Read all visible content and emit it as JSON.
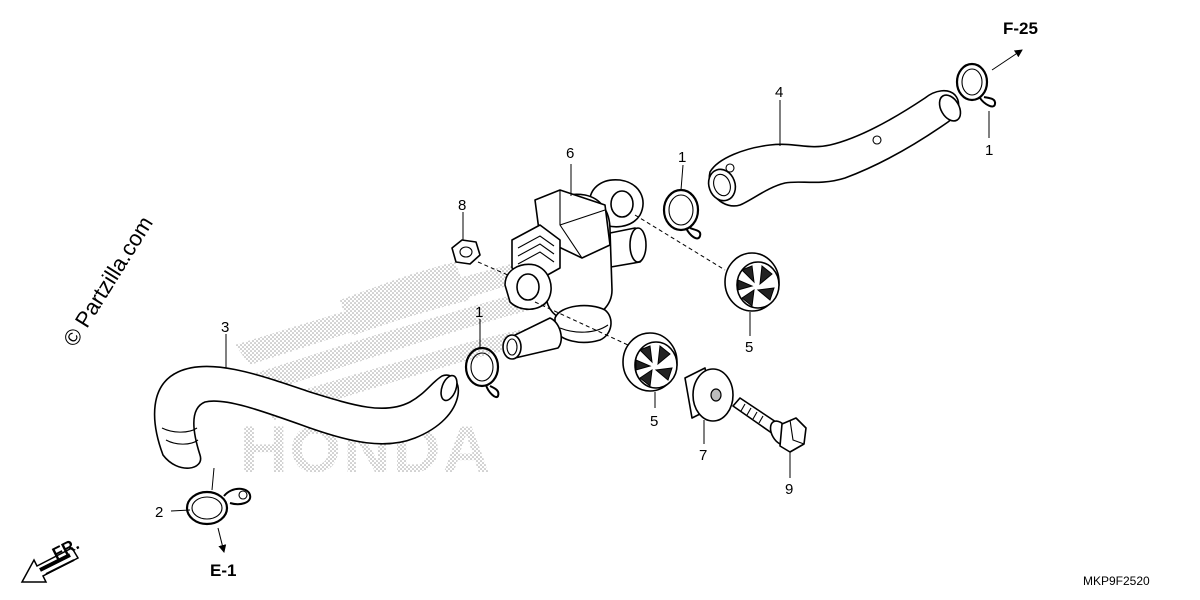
{
  "callouts": {
    "c1a": "1",
    "c1b": "1",
    "c1c": "1",
    "c2": "2",
    "c3": "3",
    "c4": "4",
    "c5a": "5",
    "c5b": "5",
    "c6": "6",
    "c7": "7",
    "c8": "8",
    "c9": "9"
  },
  "refs": {
    "f25": "F-25",
    "e1": "E-1",
    "fr": "FR."
  },
  "diagram_code": "MKP9F2520",
  "watermark": "© Partzilla.com",
  "brand": "HONDA",
  "icons": {
    "front_arrow": "arrow-left-down-icon",
    "direction_arrow": "arrow-icon"
  }
}
